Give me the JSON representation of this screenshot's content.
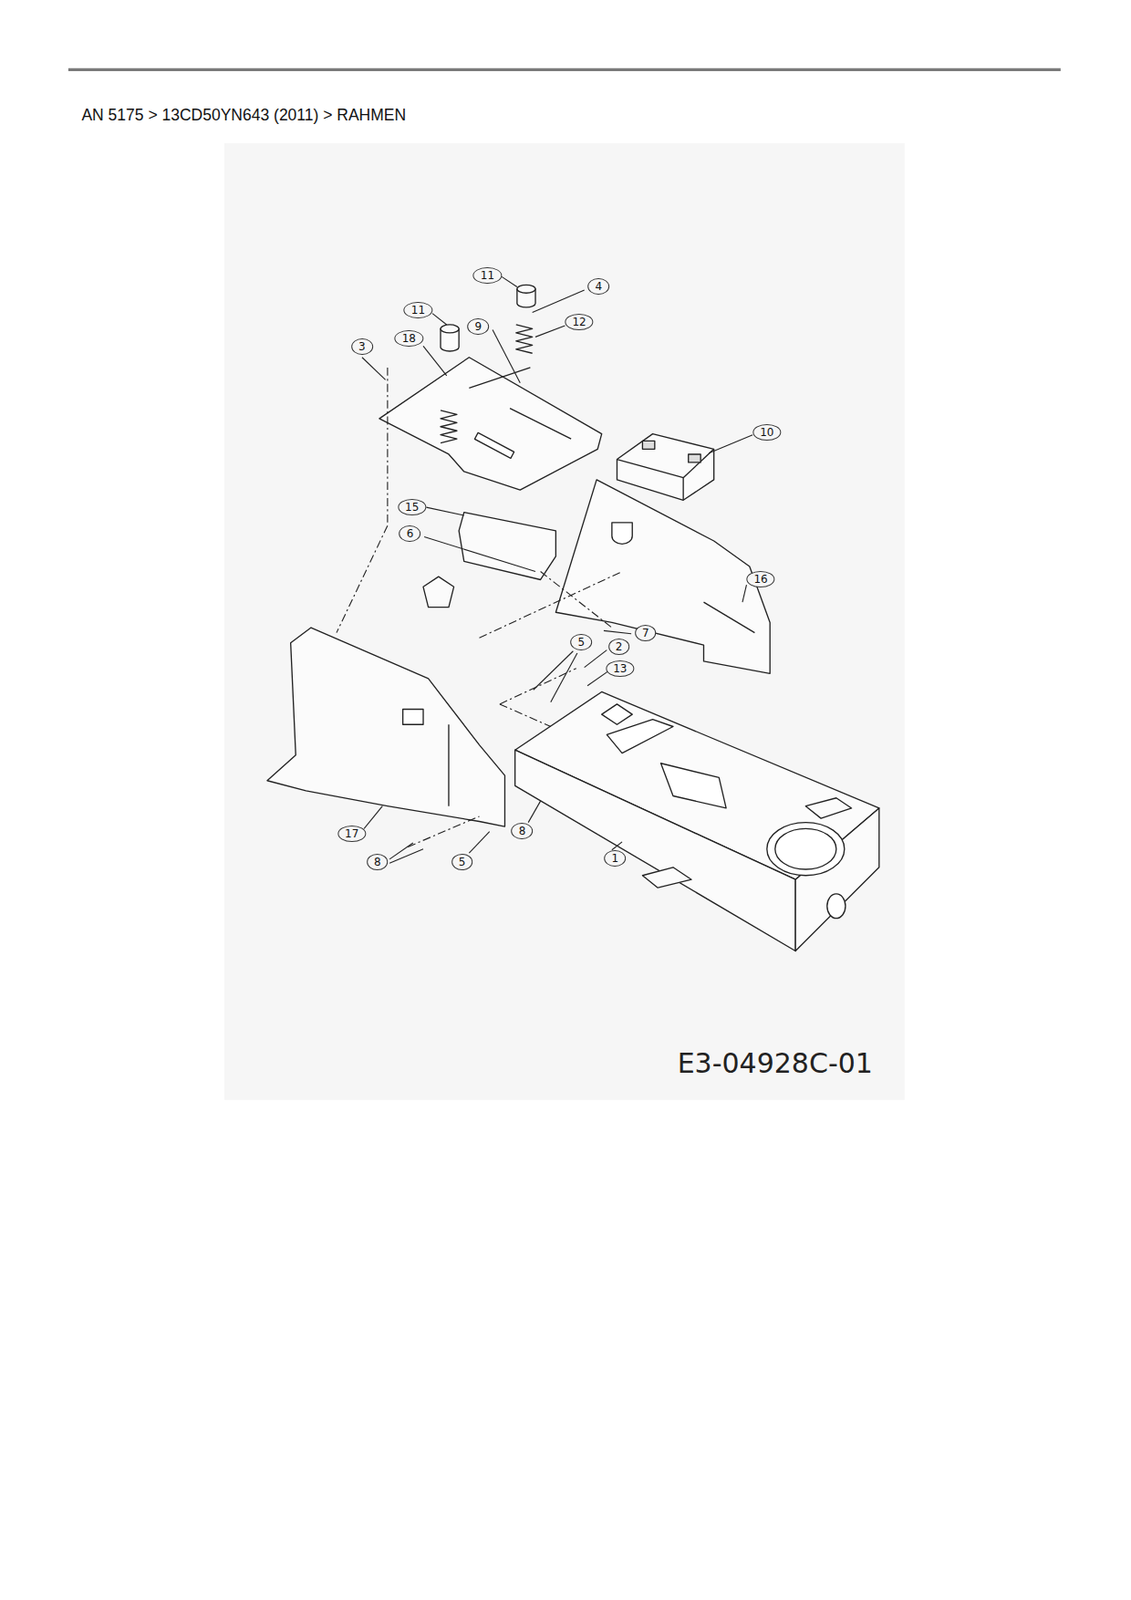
{
  "diagram": {
    "title": "AN 5175  >  13CD50YN643 (2011)  >  RAHMEN",
    "labels": [
      "11",
      "4",
      "11",
      "9",
      "12",
      "3",
      "18",
      "10",
      "15",
      "6",
      "16",
      "7",
      "5",
      "2",
      "13",
      "17",
      "8",
      "1",
      "8",
      "5",
      "E3-04928C-01"
    ]
  }
}
